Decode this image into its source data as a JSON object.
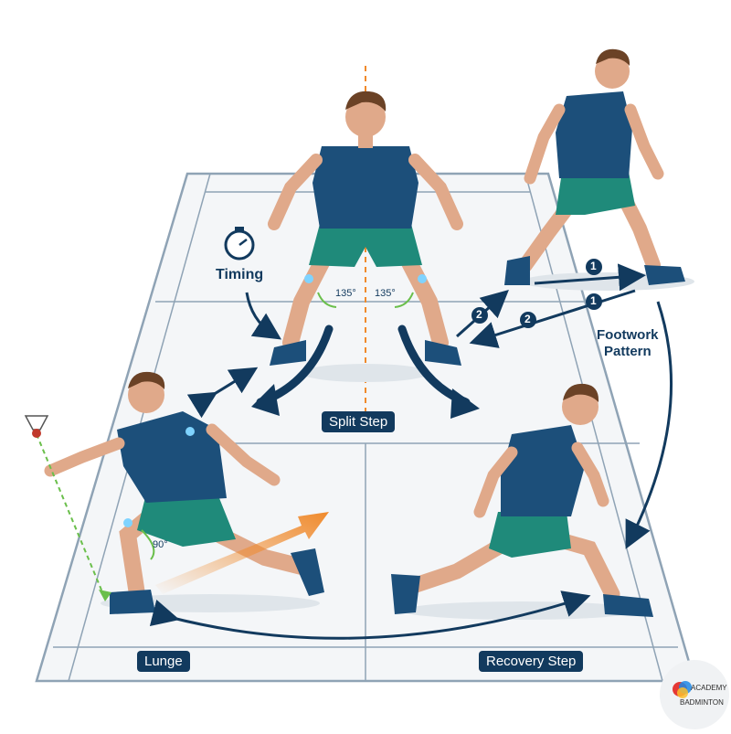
{
  "labels": {
    "timing": "Timing",
    "split_step": "Split Step",
    "lunge": "Lunge",
    "recovery_step": "Recovery Step",
    "footwork_line1": "Footwork",
    "footwork_line2": "Pattern"
  },
  "angles": {
    "split_left": "135°",
    "split_right": "135°",
    "lunge": "90°"
  },
  "steps": {
    "top_1": "1",
    "mid_1": "1",
    "upper_2": "2",
    "lower_2": "2"
  },
  "logo": {
    "line1": "ACADEMY",
    "line2": "BADMINTON"
  },
  "colors": {
    "navy": "#123a5e",
    "shirt": "#1c4f7a",
    "shorts": "#1f8a7a",
    "skin": "#e0a98a",
    "orange": "#f08a2c",
    "green_dash": "#6abf4b",
    "court_line": "#8fa3b5"
  },
  "icons": [
    "stopwatch-icon",
    "shuttlecock-icon",
    "academy-logo-icon"
  ]
}
